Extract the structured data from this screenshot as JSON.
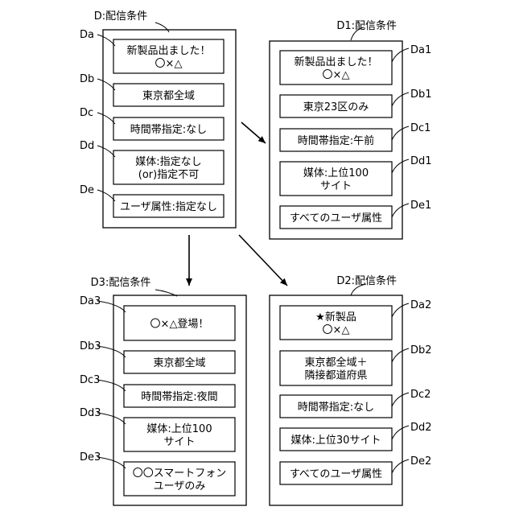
{
  "panels": {
    "D": {
      "caption": "D:配信条件",
      "items": [
        {
          "tag": "Da",
          "lines": [
            "新製品出ました！",
            "〇×△"
          ]
        },
        {
          "tag": "Db",
          "lines": [
            "東京都全域"
          ]
        },
        {
          "tag": "Dc",
          "lines": [
            "時間帯指定:なし"
          ]
        },
        {
          "tag": "Dd",
          "lines": [
            "媒体:指定なし",
            "(or)指定不可"
          ]
        },
        {
          "tag": "De",
          "lines": [
            "ユーザ属性:指定なし"
          ]
        }
      ]
    },
    "D1": {
      "caption": "D1:配信条件",
      "items": [
        {
          "tag": "Da1",
          "lines": [
            "新製品出ました！",
            "〇×△"
          ]
        },
        {
          "tag": "Db1",
          "lines": [
            "東京23区のみ"
          ]
        },
        {
          "tag": "Dc1",
          "lines": [
            "時間帯指定:午前"
          ]
        },
        {
          "tag": "Dd1",
          "lines": [
            "媒体:上位100",
            "サイト"
          ]
        },
        {
          "tag": "De1",
          "lines": [
            "すべてのユーザ属性"
          ]
        }
      ]
    },
    "D3": {
      "caption": "D3:配信条件",
      "items": [
        {
          "tag": "Da3",
          "lines": [
            "〇×△登場！"
          ]
        },
        {
          "tag": "Db3",
          "lines": [
            "東京都全域"
          ]
        },
        {
          "tag": "Dc3",
          "lines": [
            "時間帯指定:夜間"
          ]
        },
        {
          "tag": "Dd3",
          "lines": [
            "媒体:上位100",
            "サイト"
          ]
        },
        {
          "tag": "De3",
          "lines": [
            "〇〇スマートフォン",
            "ユーザのみ"
          ]
        }
      ]
    },
    "D2": {
      "caption": "D2:配信条件",
      "items": [
        {
          "tag": "Da2",
          "lines": [
            "★新製品",
            "〇×△"
          ]
        },
        {
          "tag": "Db2",
          "lines": [
            "東京都全域＋",
            "隣接都道府県"
          ]
        },
        {
          "tag": "Dc2",
          "lines": [
            "時間帯指定:なし"
          ]
        },
        {
          "tag": "Dd2",
          "lines": [
            "媒体:上位30サイト"
          ]
        },
        {
          "tag": "De2",
          "lines": [
            "すべてのユーザ属性"
          ]
        }
      ]
    }
  }
}
